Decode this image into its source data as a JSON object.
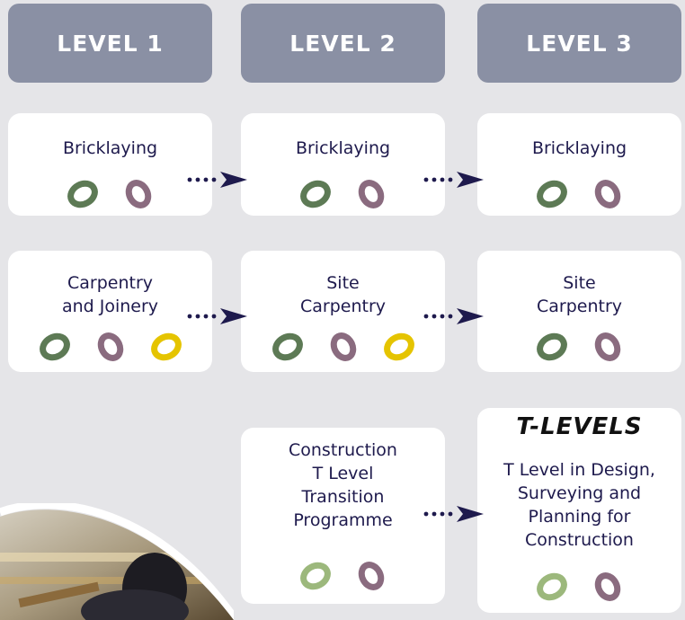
{
  "colors": {
    "header_bg": "#8a90a4",
    "card_bg": "#ffffff",
    "text": "#1e1a4d",
    "arrow": "#1e1a4d",
    "ring_green": "#5d7a55",
    "ring_purple": "#8a6b7f",
    "ring_yellow": "#e5c400",
    "ring_light_green": "#9cb87c"
  },
  "levels": [
    "LEVEL 1",
    "LEVEL 2",
    "LEVEL 3"
  ],
  "rows": [
    {
      "cards": [
        {
          "title": "Bricklaying",
          "rings": [
            "green",
            "purple"
          ]
        },
        {
          "title": "Bricklaying",
          "rings": [
            "green",
            "purple"
          ]
        },
        {
          "title": "Bricklaying",
          "rings": [
            "green",
            "purple"
          ]
        }
      ]
    },
    {
      "cards": [
        {
          "title": "Carpentry\nand Joinery",
          "rings": [
            "green",
            "purple",
            "yellow"
          ]
        },
        {
          "title": "Site\nCarpentry",
          "rings": [
            "green",
            "purple",
            "yellow"
          ]
        },
        {
          "title": "Site\nCarpentry",
          "rings": [
            "green",
            "purple"
          ]
        }
      ]
    },
    {
      "cards": [
        {
          "title": "Construction\nT Level\nTransition\nProgramme",
          "rings": [
            "light-green",
            "purple"
          ]
        },
        {
          "logo": "T-LEVELS",
          "title": "T Level in Design,\nSurveying and\nPlanning for\nConstruction",
          "rings": [
            "light-green",
            "purple"
          ]
        }
      ]
    }
  ]
}
